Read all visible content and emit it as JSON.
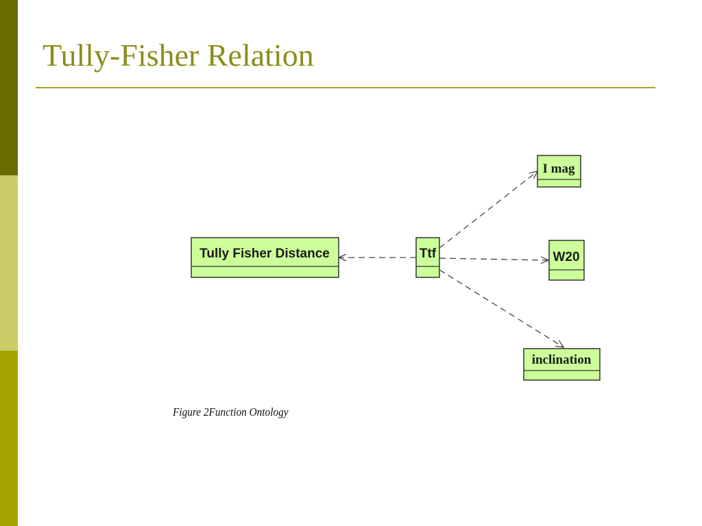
{
  "slide": {
    "title": "Tully-Fisher Relation",
    "caption": "Figure 2Function Ontology"
  },
  "diagram": {
    "nodes": {
      "distance": {
        "label": "Tully Fisher Distance"
      },
      "ttf": {
        "label": "Ttf"
      },
      "imag": {
        "label": "I mag"
      },
      "w20": {
        "label": "W20"
      },
      "inclination": {
        "label": "inclination"
      }
    },
    "edges": [
      {
        "from": "ttf",
        "to": "distance",
        "style": "dashed",
        "arrow": "open"
      },
      {
        "from": "ttf",
        "to": "imag",
        "style": "dashed",
        "arrow": "open"
      },
      {
        "from": "ttf",
        "to": "w20",
        "style": "dashed",
        "arrow": "open"
      },
      {
        "from": "ttf",
        "to": "inclination",
        "style": "dashed",
        "arrow": "open"
      }
    ]
  },
  "colors": {
    "title": "#8c8c1a",
    "rule": "#a3a31f",
    "sidebar_top": "#6b6b00",
    "sidebar_mid": "#cccc66",
    "sidebar_bottom": "#a3a300",
    "box_fill": "#ccff99",
    "box_border": "#333333",
    "edge": "#444444"
  }
}
